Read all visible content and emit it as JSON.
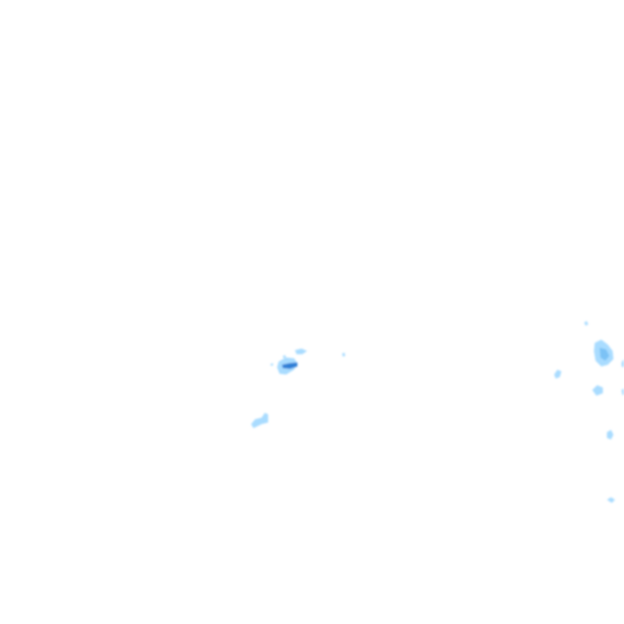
{
  "map": {
    "type": "precipitation-radar-tile",
    "background_color": "#ffffff",
    "palette": {
      "light": "#a9dcff",
      "medium": "#7cc2f5",
      "dark": "#2f7fd6"
    },
    "intensity_levels": [
      "light",
      "medium",
      "dark"
    ]
  }
}
